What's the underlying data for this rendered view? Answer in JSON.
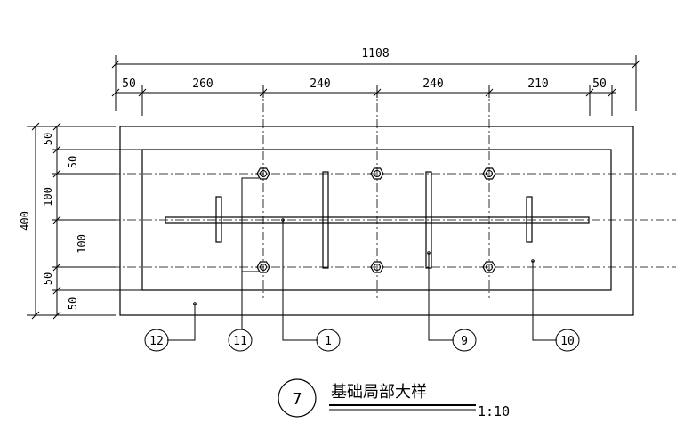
{
  "dimensions": {
    "overall_width": "1108",
    "top_segments": [
      "50",
      "260",
      "240",
      "240",
      "210",
      "50"
    ],
    "overall_height": "400",
    "left_segments": [
      "50",
      "50",
      "100",
      "100",
      "50",
      "50"
    ]
  },
  "callouts": [
    "12",
    "11",
    "1",
    "9",
    "10"
  ],
  "detail": {
    "number": "7",
    "title": "基础局部大样",
    "scale": "1:10"
  }
}
